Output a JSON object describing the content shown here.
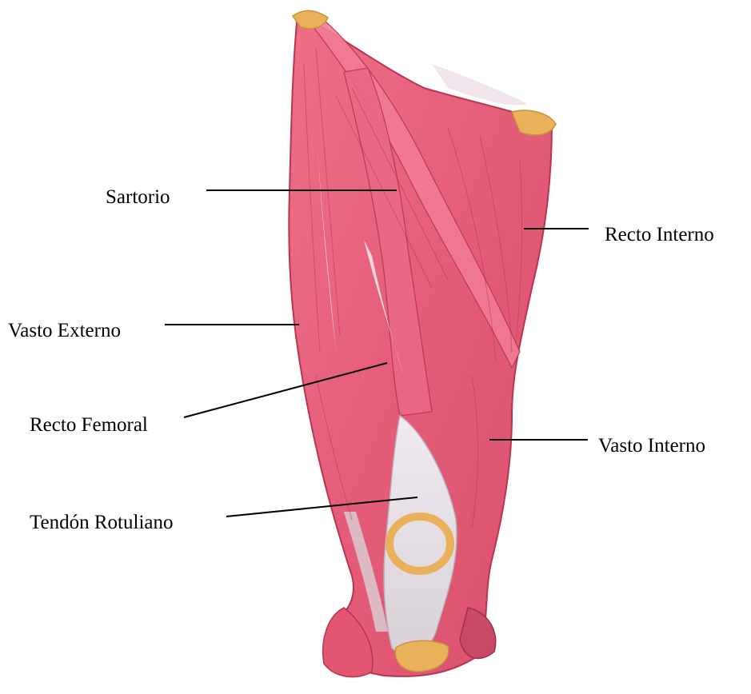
{
  "labels": {
    "sartorio": "Sartorio",
    "recto_interno": "Recto Interno",
    "vasto_externo": "Vasto Externo",
    "recto_femoral": "Recto Femoral",
    "vasto_interno": "Vasto Interno",
    "tendon_rotuliano": "Tendón Rotuliano"
  },
  "colors": {
    "muscle": "#e8607a",
    "muscle_dark": "#c23a55",
    "tendon": "#e6e0e6",
    "bone": "#e9b25a",
    "leader": "#000000"
  }
}
